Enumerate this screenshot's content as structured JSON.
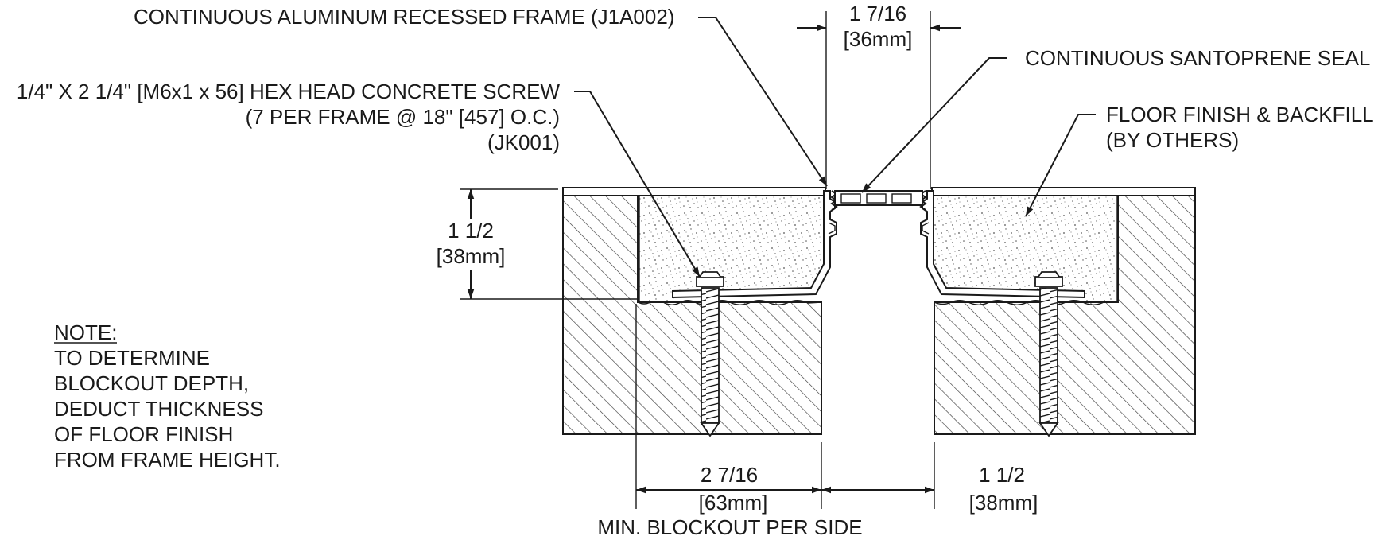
{
  "labels": {
    "frame": "CONTINUOUS ALUMINUM RECESSED FRAME (J1A002)",
    "screw_line1": "1/4\" X 2 1/4\" [M6x1 x 56] HEX HEAD CONCRETE SCREW",
    "screw_line2": "(7 PER FRAME @ 18\" [457] O.C.)",
    "screw_line3": "(JK001)",
    "seal": "CONTINUOUS SANTOPRENE SEAL",
    "floor_line1": "FLOOR FINISH & BACKFILL",
    "floor_line2": "(BY OTHERS)"
  },
  "dimensions": {
    "top_imperial": "1 7/16",
    "top_metric": "[36mm]",
    "height_imperial": "1 1/2",
    "height_metric": "[38mm]",
    "blockout_imperial": "2 7/16",
    "blockout_metric": "[63mm]",
    "gap_imperial": "1 1/2",
    "gap_metric": "[38mm]",
    "blockout_caption": "MIN. BLOCKOUT PER SIDE"
  },
  "note": {
    "title": "NOTE:",
    "lines": [
      "TO DETERMINE",
      "BLOCKOUT DEPTH,",
      "DEDUCT THICKNESS",
      "OF FLOOR FINISH",
      "FROM FRAME HEIGHT."
    ]
  }
}
